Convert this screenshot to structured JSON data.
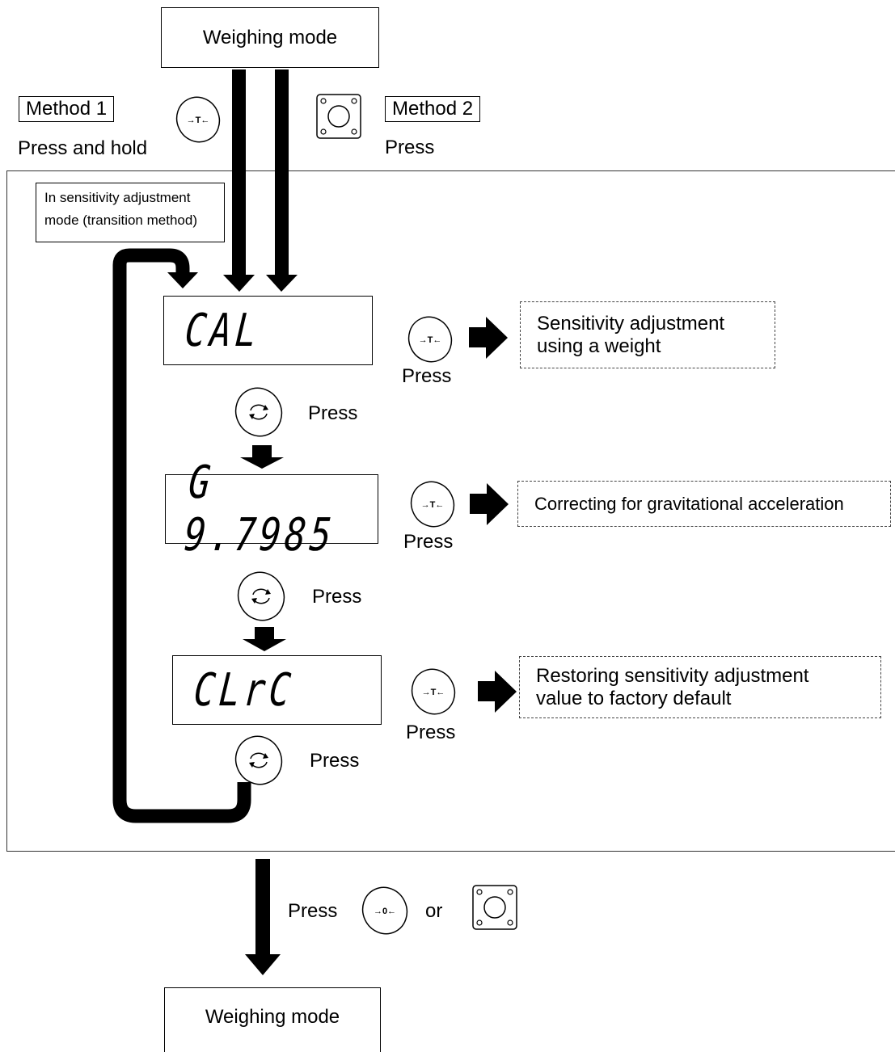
{
  "top_mode": "Weighing mode",
  "bottom_mode": "Weighing mode",
  "method1": {
    "label": "Method 1",
    "action": "Press and hold"
  },
  "method2": {
    "label": "Method 2",
    "action": "Press"
  },
  "region_note": [
    "In sensitivity adjustment",
    "mode (transition method)"
  ],
  "steps": [
    {
      "display": "CAL",
      "action": "Press",
      "result": [
        "Sensitivity adjustment",
        "using a weight"
      ],
      "next_action": "Press"
    },
    {
      "display": "G 9.7985",
      "action": "Press",
      "result": [
        "Correcting for gravitational acceleration"
      ],
      "next_action": "Press"
    },
    {
      "display": "CLrC",
      "action": "Press",
      "result": [
        "Restoring sensitivity adjustment",
        "value to factory default"
      ],
      "next_action": "Press"
    }
  ],
  "exit": {
    "press": "Press",
    "or": "or"
  },
  "key_labels": {
    "tare": "→T←",
    "zero": "→0←"
  },
  "icons": [
    "tare-key-icon",
    "cal-key-icon",
    "mode-cycle-key-icon",
    "zero-key-icon"
  ]
}
